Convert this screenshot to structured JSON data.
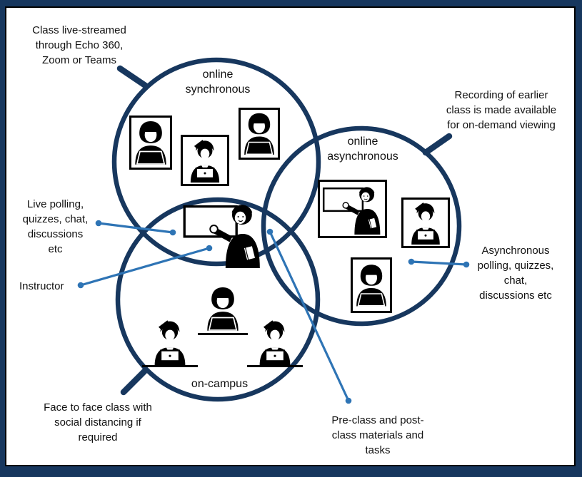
{
  "slide": {
    "type": "venn-diagram",
    "topic": "hybrid / hyflex teaching modes"
  },
  "colors": {
    "frame_navy": "#17375e",
    "circle_navy": "#17375e",
    "connector_blue": "#2e74b5",
    "pictogram_black": "#000000",
    "background_white": "#ffffff"
  },
  "circles": {
    "synchronous": {
      "label": "online\nsynchronous"
    },
    "asynchronous": {
      "label": "online\nasynchronous"
    },
    "on_campus": {
      "label": "on-campus"
    }
  },
  "callouts": {
    "live_streamed": "Class live-streamed\nthrough Echo 360,\nZoom or Teams",
    "recording": "Recording of earlier\nclass is made available\nfor on-demand viewing",
    "live_polling": "Live polling,\nquizzes, chat,\ndiscussions\netc",
    "instructor": "Instructor",
    "async_polling": "Asynchronous\npolling, quizzes,\nchat,\ndiscussions etc",
    "face_to_face": "Face to face class with\nsocial distancing if\nrequired",
    "pre_class": "Pre-class and post-\nclass materials and\ntasks"
  },
  "icons": {
    "student_webcam_tile": "framed student at laptop video tile",
    "student_cap_webcam_tile": "framed student with cap at laptop video tile",
    "instructor_whiteboard": "instructor pointing at whiteboard holding notebook",
    "instructor_recording_tile": "framed recording of instructor at whiteboard",
    "on_campus_student": "student at laptop desk",
    "on_campus_student_cap": "student with cap at laptop desk"
  }
}
